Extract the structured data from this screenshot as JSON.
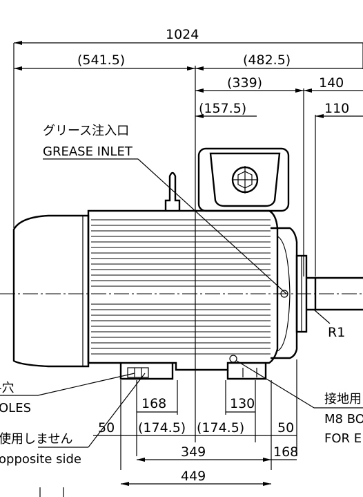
{
  "dimensions": {
    "overall_length": "1024",
    "fan_side": "(541.5)",
    "shaft_side": "(482.5)",
    "frame_half": "(339)",
    "terminal_box_offset": "(157.5)",
    "shaft_extension": "140",
    "shaft_key": "110",
    "foot_left": "168",
    "foot_right": "130",
    "foot_offset_left": "(174.5)",
    "foot_offset_right": "(174.5)",
    "foot_margin_left": "50",
    "foot_margin_right": "50",
    "foot_span": "349",
    "foot_right_total": "168",
    "base_length": "449",
    "fillet_radius": "R1"
  },
  "labels": {
    "grease_inlet_jp": "グリース注入口",
    "grease_inlet_en": "GREASE INLET",
    "holes_jp_fragment": "-穴",
    "holes_en_fragment": "OLES",
    "not_used_jp_fragment": "使用しません",
    "opposite_side_fragment": "opposite side",
    "ground_jp_fragment": "接地用",
    "ground_bolt_fragment": "M8 BO",
    "ground_for_fragment": "FOR E"
  }
}
